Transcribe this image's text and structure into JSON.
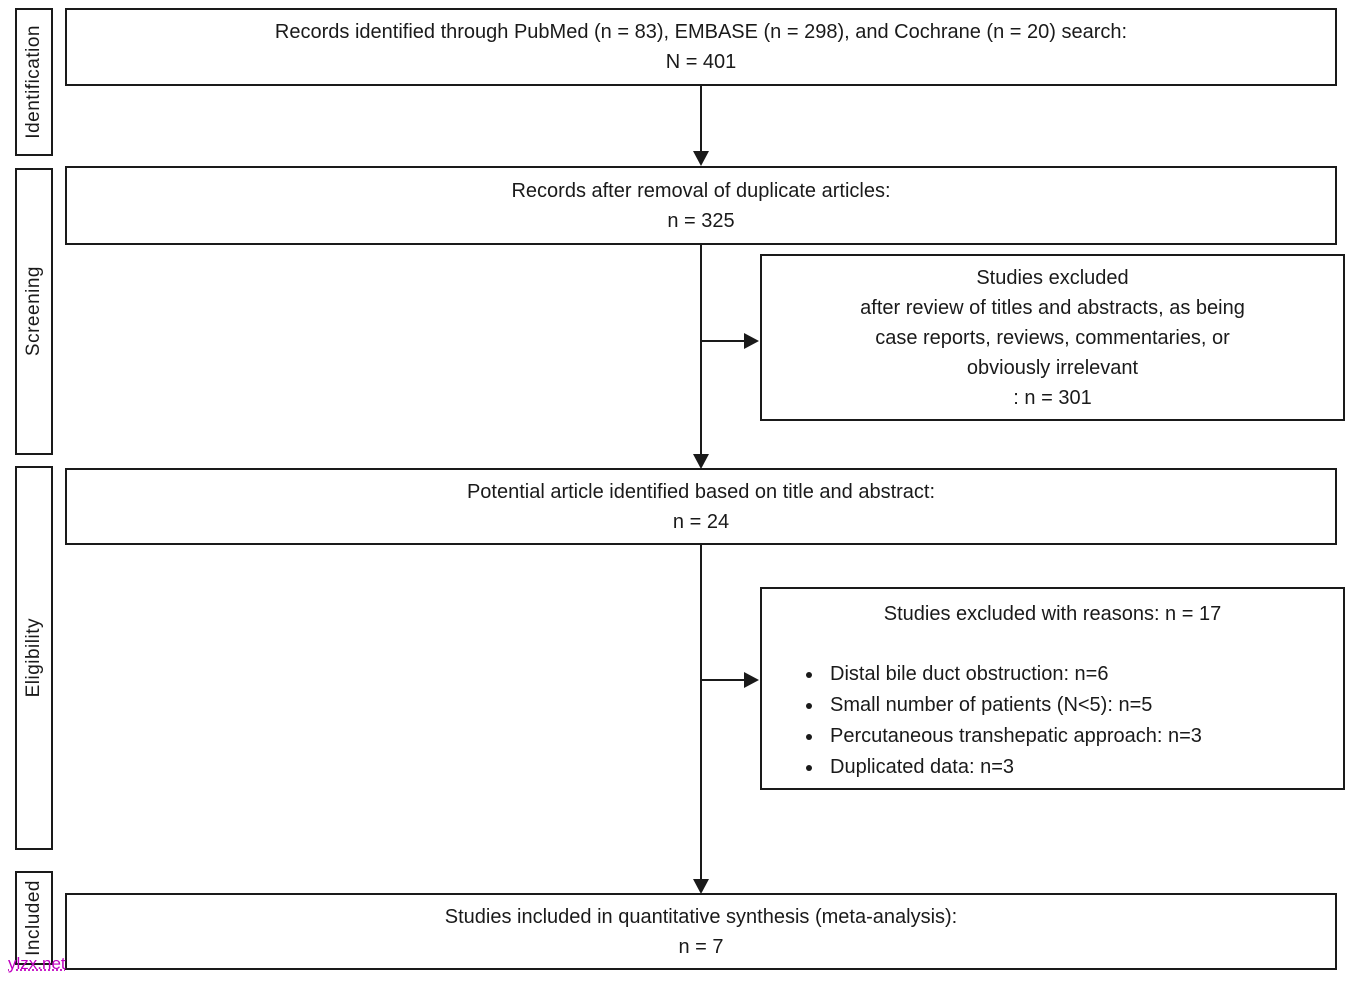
{
  "stages": [
    {
      "label": "Identification"
    },
    {
      "label": "Screening"
    },
    {
      "label": "Eligibility"
    },
    {
      "label": "Included"
    }
  ],
  "boxes": {
    "identified": {
      "line1": "Records identified through PubMed (n = 83), EMBASE (n = 298), and Cochrane (n = 20) search:",
      "line2": "N = 401"
    },
    "deduplicated": {
      "line1": "Records after removal of duplicate articles:",
      "line2": "n = 325"
    },
    "excluded_screening": {
      "lines": [
        "Studies excluded",
        "after review of titles and abstracts, as being",
        "case reports, reviews, commentaries, or",
        "obviously irrelevant",
        ": n = 301"
      ]
    },
    "potential": {
      "line1": "Potential article identified based on title and abstract:",
      "line2": "n = 24"
    },
    "excluded_eligibility": {
      "title": "Studies excluded with reasons: n = 17",
      "bullets": [
        "Distal bile duct obstruction: n=6",
        "Small number of patients (N<5): n=5",
        "Percutaneous transhepatic approach: n=3",
        "Duplicated data: n=3"
      ]
    },
    "included": {
      "line1": "Studies included in quantitative synthesis (meta-analysis):",
      "line2": "n = 7"
    }
  },
  "watermark": {
    "text": "ylzx.net",
    "color": "#c000c0"
  }
}
